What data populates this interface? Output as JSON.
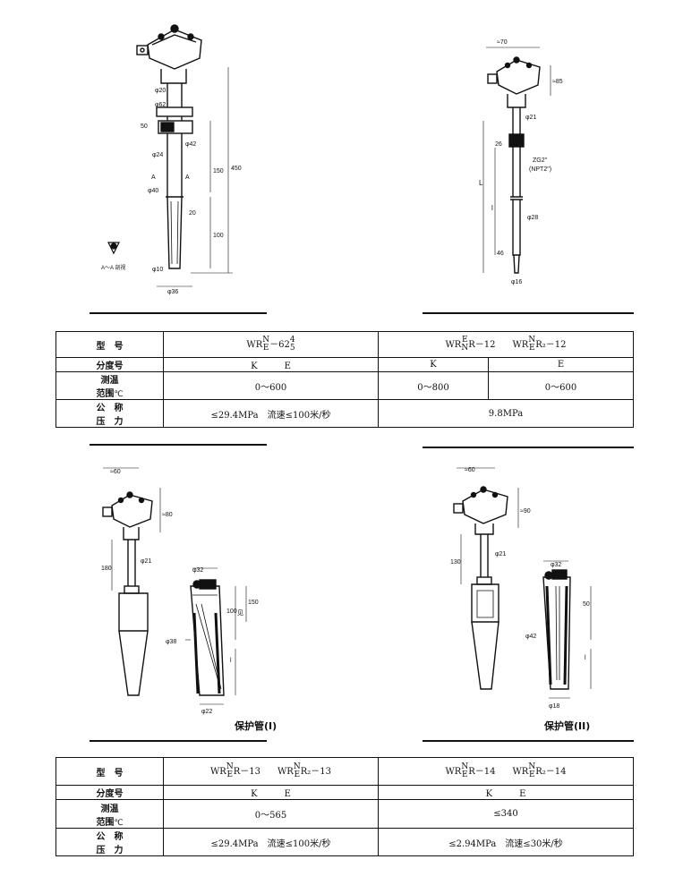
{
  "fig1": {
    "dims": [
      "φ20",
      "φ62",
      "50",
      "φ42",
      "φ24",
      "A",
      "A",
      "150",
      "450",
      "φ40",
      "20",
      "100",
      "φ10",
      "φ36"
    ],
    "section_label": "A～A 剖视"
  },
  "fig2": {
    "dims": [
      "≈70",
      "≈85",
      "φ21",
      "26",
      "ZG2\"",
      "(NPT2\")",
      "L",
      "l",
      "φ28",
      "46",
      "φ16"
    ]
  },
  "fig3": {
    "dims": [
      "≈60",
      "≈80",
      "180",
      "φ21",
      "φ32",
      "100",
      "150",
      "见",
      "φ38",
      "l",
      "φ22"
    ],
    "caption": "保护管(I)"
  },
  "fig4": {
    "dims": [
      "≈60",
      "≈90",
      "130",
      "φ21",
      "φ32",
      "50",
      "φ42",
      "l",
      "φ18"
    ],
    "caption": "保护管(II)"
  },
  "table1": {
    "row_labels": {
      "model": "型　号",
      "grade": "分度号",
      "range_a": "测温",
      "range_b": "范围",
      "range_unit": "℃",
      "pressure_a": "公　称",
      "pressure_b": "压　力"
    },
    "model_a": {
      "prefix": "WR",
      "top": "N",
      "bottom": "E",
      "mid": "－62",
      "sup": "4",
      "sub": "5"
    },
    "model_b": {
      "prefix": "WR",
      "top": "E",
      "bottom": "N",
      "suffix": "R－12"
    },
    "model_c": {
      "prefix": "WR",
      "top": "N",
      "bottom": "E",
      "suffix": "R₂－12"
    },
    "grade_a": "K　　　E",
    "grade_b": "K",
    "grade_c": "E",
    "range_a": "0～600",
    "range_b": "0～800",
    "range_c": "0～600",
    "pressure_a": "≤29.4MPa　流速≤100米/秒",
    "pressure_b": "9.8MPa"
  },
  "table2": {
    "row_labels": {
      "model": "型　号",
      "grade": "分度号",
      "range_a": "测温",
      "range_b": "范围",
      "range_unit": "℃",
      "pressure_a": "公　称",
      "pressure_b": "压　力"
    },
    "model_a": {
      "prefix": "WR",
      "top": "N",
      "bottom": "E",
      "suffix": "R－13"
    },
    "model_b": {
      "prefix": "WR",
      "top": "N",
      "bottom": "E",
      "suffix": "R₂－13"
    },
    "model_c": {
      "prefix": "WR",
      "top": "N",
      "bottom": "E",
      "suffix": "R－14"
    },
    "model_d": {
      "prefix": "WR",
      "top": "N",
      "bottom": "E",
      "suffix": "R₂－14"
    },
    "grade_a": "K　　　E",
    "grade_b": "K　　　E",
    "range_a": "0～565",
    "range_b": "≤340",
    "pressure_a": "≤29.4MPa　流速≤100米/秒",
    "pressure_b": "≤2.94MPa　流速≤30米/秒"
  }
}
